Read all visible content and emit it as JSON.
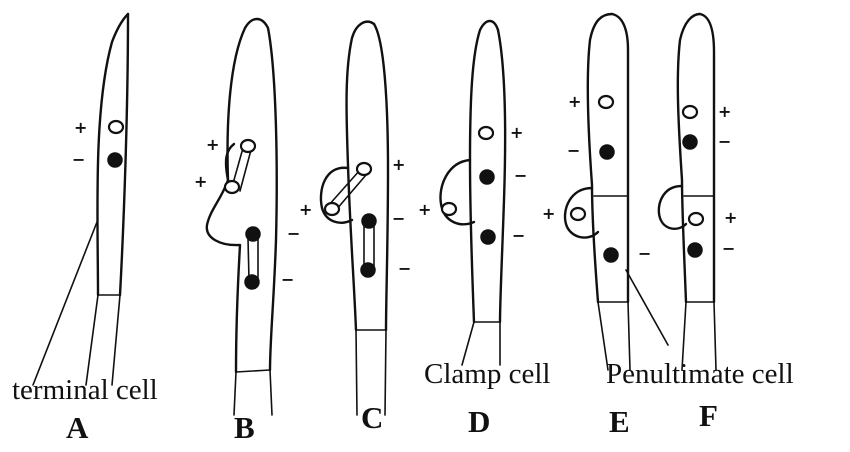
{
  "captions": {
    "terminal": "terminal cell",
    "clamp": "Clamp cell",
    "penultimate": "Penultimate cell"
  },
  "stage_letters": [
    "A",
    "B",
    "C",
    "D",
    "E",
    "F"
  ],
  "signs": {
    "plus": "+",
    "minus": "−"
  }
}
